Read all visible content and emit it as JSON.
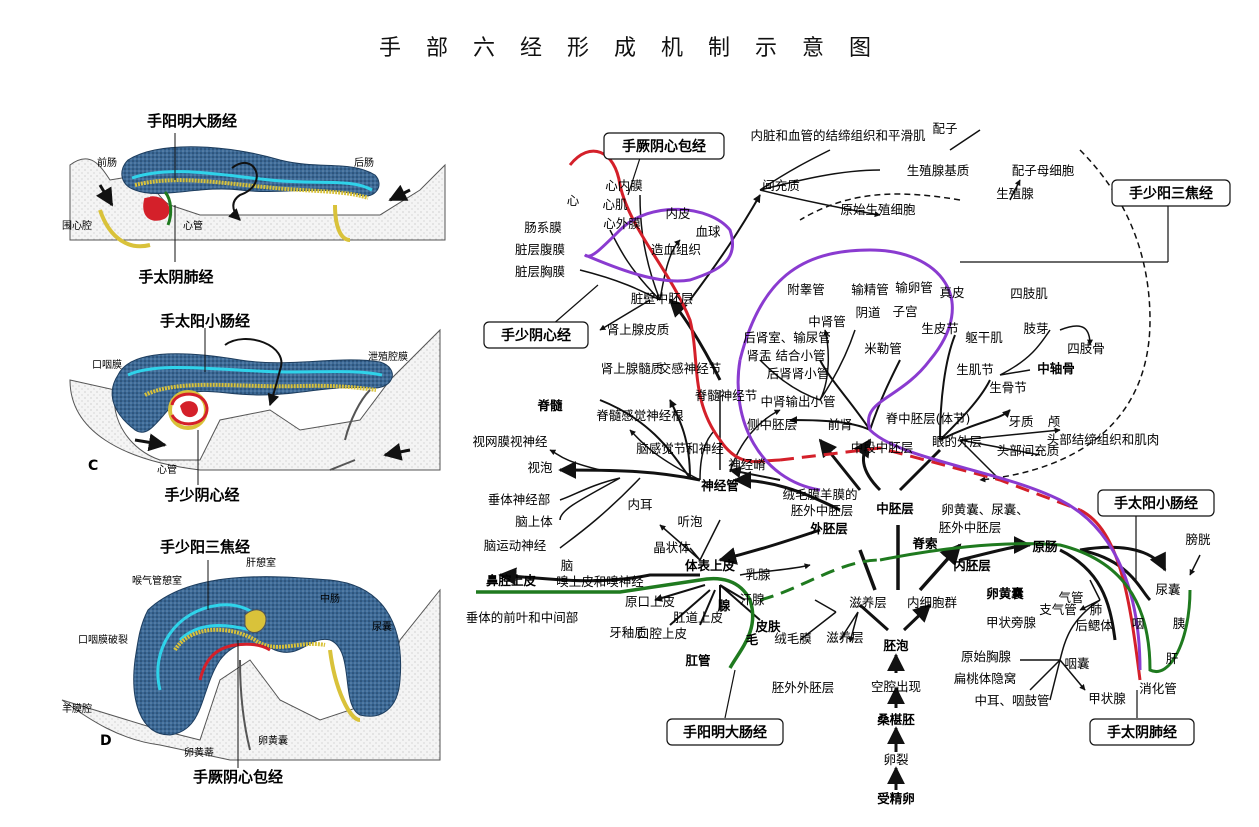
{
  "title": "手 部 六 经 形 成 机 制 示 意 图",
  "colors": {
    "red": "#d4202a",
    "cyan": "#2fd3ea",
    "green": "#1f7a1f",
    "purple": "#8a3bd0",
    "blue": "#2f5f8e",
    "yellow": "#d9c23a"
  },
  "left": {
    "panelB": {
      "header": "手阳明大肠经",
      "footer": "手太阴肺经",
      "labels": {
        "foregut": "前肠",
        "hindgut": "后肠",
        "pericardial": "围心腔",
        "heart": "心管"
      }
    },
    "panelC": {
      "header": "手太阳小肠经",
      "footer": "手少阴心经",
      "letter": "C",
      "labels": {
        "oral": "口咽膜",
        "urogenital": "泄殖腔膜",
        "heart": "心管"
      }
    },
    "panelD": {
      "header": "手少阳三焦经",
      "footer": "手厥阴心包经",
      "letter": "D",
      "labels": {
        "trachea": "喉气管憩室",
        "liver": "肝憩室",
        "oralRupture": "口咽膜破裂",
        "midgut": "中肠",
        "allantois": "尿囊",
        "amnion": "羊膜腔",
        "yolkStalk": "卵黄蒂",
        "yolkSac": "卵黄囊"
      }
    }
  },
  "boxes": {
    "pericardium": "手厥阴心包经",
    "sanjiao": "手少阳三焦经",
    "heart": "手少阴心经",
    "smallIntestine": "手太阳小肠经",
    "largeIntestine": "手阳明大肠经",
    "lung": "手太阴肺经"
  },
  "nodes": {
    "zygote": "受精卵",
    "cleavage": "卵裂",
    "morula": "桑椹胚",
    "cavity": "空腔出现",
    "blastocyst": "胚泡",
    "trophoblast": "滋养层",
    "innerCell": "内细胞群",
    "trophoblast2": "滋养层",
    "chorion": "绒毛膜",
    "extraEcto": "胚外外胚层",
    "yolkSac": "卵黄囊",
    "ectoderm": "外胚层",
    "mesoderm": "中胚层",
    "endoderm": "内胚层",
    "chorionAmnion": "绒毛膜羊膜的",
    "extraMeso": "胚外中胚层",
    "yolkSacAll": "卵黄囊、尿囊、",
    "extraEndo": "胚外中胚层",
    "surfaceEcto": "体表上皮",
    "neuralTube": "神经管",
    "neuralCrest": "神经嵴",
    "notochord": "脊索",
    "skin": "皮肤",
    "hair": "毛",
    "sweat": "汗腺",
    "mammary": "乳腺",
    "lens": "晶状体",
    "innerEar": "内耳",
    "otic": "听泡",
    "primOral": "原口上皮",
    "enamel": "牙釉质",
    "oralEpi": "口腔上皮",
    "analEpi": "肛道上皮",
    "anal": "肛管",
    "adeno": "腺",
    "nasal": "鼻腔上皮",
    "pituitaryAnt": "垂体的前叶和中间部",
    "olfactory": "嗅上皮和嗅神经",
    "brain": "脑",
    "retina": "视网膜视神经",
    "opticVesicle": "视泡",
    "pituitaryPost": "垂体神经部",
    "pineal": "脑上体",
    "motorNerve": "脑运动神经",
    "spinalCord": "脊髓",
    "adrenalMed": "肾上腺髓质",
    "sympathetic": "交感神经节",
    "sensoryGanglia": "脊髓感觉神经根",
    "sensoryNerve": "脊髓神经节",
    "cranialSens": "脑感觉节和神经",
    "parietalMeso": "脏壁中胚层",
    "adrenalCortex": "肾上腺皮质",
    "mesentery": "肠系膜",
    "visceralPeri": "脏层腹膜",
    "visceralPleura": "脏层胸膜",
    "heartTube": "心",
    "endocardium": "心内膜",
    "myocardium": "心肌",
    "epicardium": "心外膜",
    "endothelium": "内皮",
    "bloodCell": "血球",
    "hemato": "造血组织",
    "mesenchyme": "间充质",
    "vesselConnective": "内脏和血管的结缔组织和平滑肌",
    "gonadStroma": "生殖腺基质",
    "primGerm": "原始生殖细胞",
    "gamete": "配子",
    "gametocyte": "配子母细胞",
    "gonad": "生殖腺",
    "paraoophoron": "附睾管",
    "mesonephric": "中肾管",
    "ductDef": "输精管",
    "vagina": "阴道",
    "uterus": "子宫",
    "oviduct": "输卵管",
    "dermis": "真皮",
    "collecting": "后肾室、输尿管",
    "tubules": "肾盂 结合小管",
    "metaTubule": "后肾肾小管",
    "mesoTubule": "中肾输出小管",
    "lateralMeso": "侧中胚层",
    "pronephros": "前肾",
    "intermediate": "中段中胚层",
    "paraxial": "脊中胚层(体节)",
    "mullerian": "米勒管",
    "dermatome": "生皮节",
    "myotome": "生肌节",
    "sclerotome": "生骨节",
    "axialBone": "中轴骨",
    "trunkMuscle": "躯干肌",
    "limbBud": "肢芽",
    "limbMuscle": "四肢肌",
    "limbBone": "四肢骨",
    "eyeLayer": "眼的外层",
    "toothDentin": "牙质",
    "skull": "颅",
    "headMeso": "头部间充质",
    "headConnective": "头部结缔组织和肌肉",
    "primGut": "原肠",
    "bladder": "膀胱",
    "allantoisNode": "尿囊",
    "pancreas": "胰",
    "liver": "肝",
    "digestive": "消化管",
    "pharynx": "咽",
    "pharyngealPouch": "咽囊",
    "trachea": "气管",
    "bronchus": "支气管",
    "lungN": "肺",
    "thyroid": "甲状旁腺",
    "branchial": "后鳃体",
    "thymus": "原始胸腺",
    "tonsil": "扁桃体隐窝",
    "middleEar": "中耳、咽鼓管",
    "thyroidGland": "甲状腺"
  }
}
